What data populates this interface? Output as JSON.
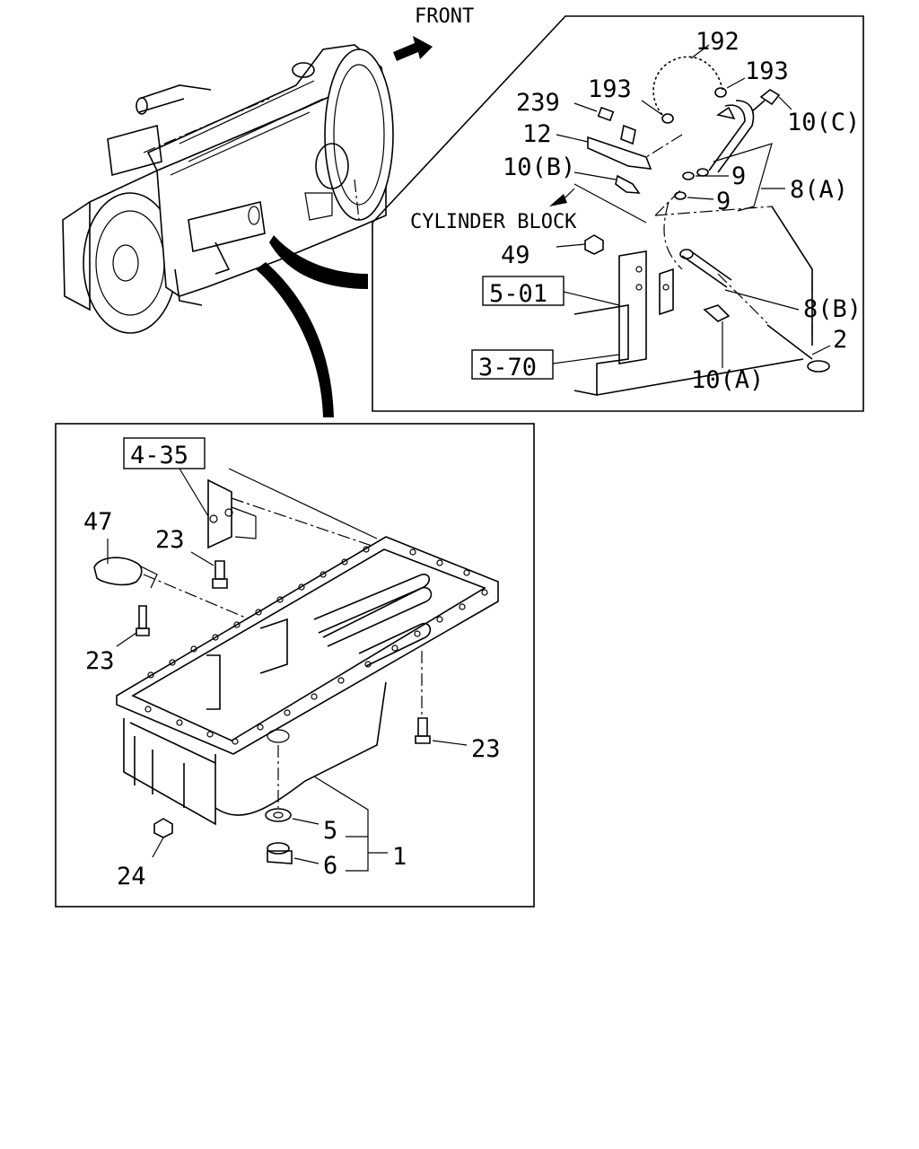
{
  "labels": {
    "front": "FRONT",
    "cylinder_block": "CYLINDER BLOCK",
    "ref_5_01": "5-01",
    "ref_3_70": "3-70",
    "ref_4_35": "4-35",
    "p192": "192",
    "p193_top": "193",
    "p193_left": "193",
    "p239": "239",
    "p12": "12",
    "p10c": "10(C)",
    "p10b": "10(B)",
    "p9_upper": "9",
    "p9_lower": "9",
    "p8a": "8(A)",
    "p49": "49",
    "p8b": "8(B)",
    "p2": "2",
    "p10a": "10(A)",
    "p47": "47",
    "p23_top": "23",
    "p23_left": "23",
    "p23_right": "23",
    "p24": "24",
    "p5": "5",
    "p6": "6",
    "p1": "1"
  },
  "icons": {
    "front_arrow": "arrow-right-icon"
  }
}
